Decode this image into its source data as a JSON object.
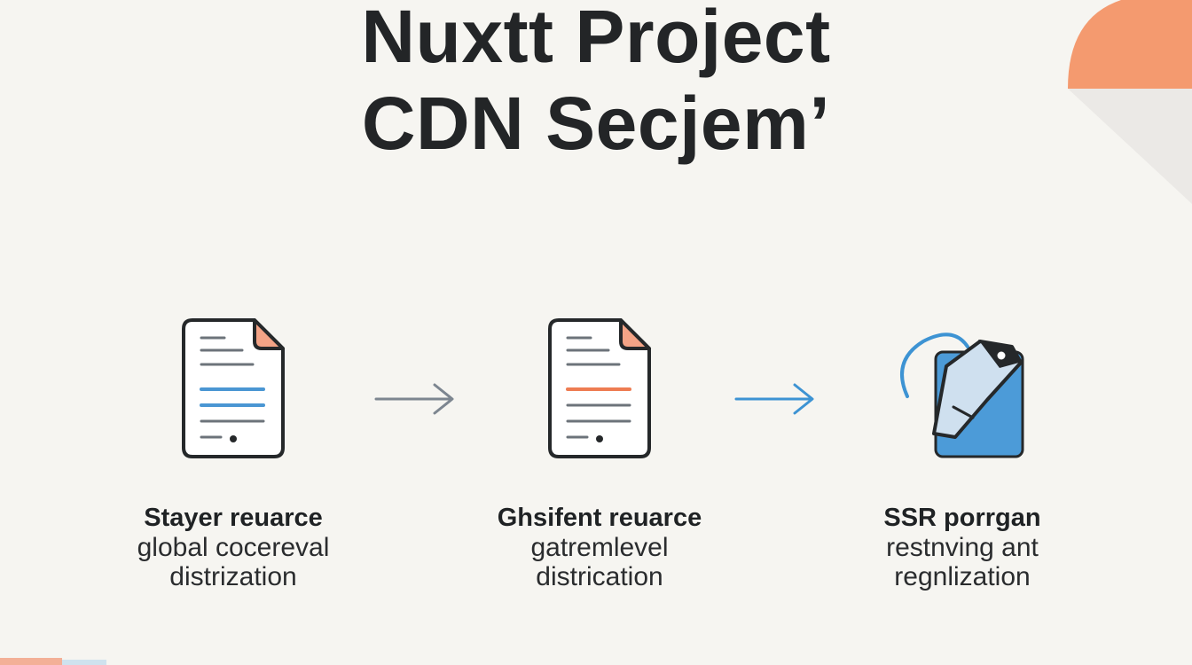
{
  "title": {
    "line1": "Nuxtt Project",
    "line2": "CDN Secjem’"
  },
  "steps": [
    {
      "icon": "document-icon",
      "heading": "Stayer reuarce",
      "desc_line1": "global cocereval",
      "desc_line2": "distrization"
    },
    {
      "icon": "document-icon",
      "heading": "Ghsifent reuarce",
      "desc_line1": "gatremlevel",
      "desc_line2": "districation"
    },
    {
      "icon": "server-tag-icon",
      "heading": "SSR porrgan",
      "desc_line1": "restnving ant",
      "desc_line2": "regnlization"
    }
  ],
  "colors": {
    "background": "#f6f5f1",
    "text": "#232527",
    "accent_orange": "#f08a62",
    "accent_blue": "#3d93d3",
    "arrow_gray": "#7d8690"
  }
}
